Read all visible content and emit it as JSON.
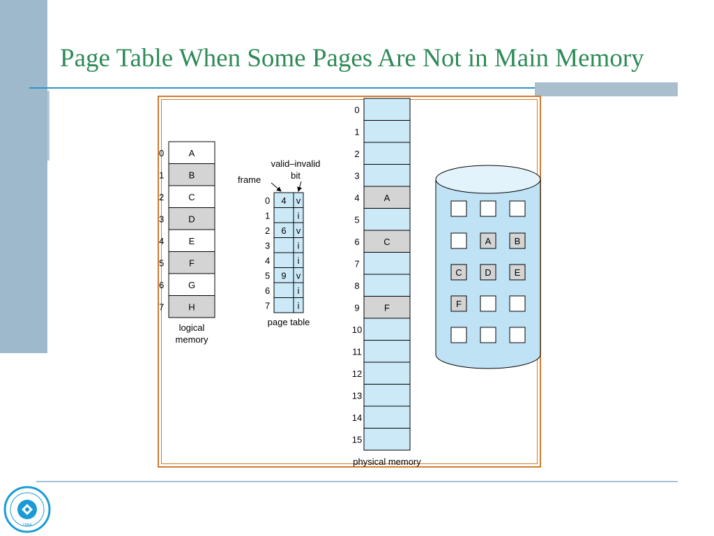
{
  "slide": {
    "title": "Page Table When Some Pages Are Not in Main Memory"
  },
  "logical_memory": {
    "caption": [
      "logical",
      "memory"
    ],
    "rows": [
      {
        "index": "0",
        "label": "A",
        "shaded": false
      },
      {
        "index": "1",
        "label": "B",
        "shaded": true
      },
      {
        "index": "2",
        "label": "C",
        "shaded": false
      },
      {
        "index": "3",
        "label": "D",
        "shaded": true
      },
      {
        "index": "4",
        "label": "E",
        "shaded": false
      },
      {
        "index": "5",
        "label": "F",
        "shaded": true
      },
      {
        "index": "6",
        "label": "G",
        "shaded": false
      },
      {
        "index": "7",
        "label": "H",
        "shaded": true
      }
    ]
  },
  "page_table": {
    "caption": "page table",
    "frame_label": "frame",
    "valid_label": [
      "valid–invalid",
      "bit"
    ],
    "rows": [
      {
        "index": "0",
        "frame": "4",
        "bit": "v"
      },
      {
        "index": "1",
        "frame": "",
        "bit": "i"
      },
      {
        "index": "2",
        "frame": "6",
        "bit": "v"
      },
      {
        "index": "3",
        "frame": "",
        "bit": "i"
      },
      {
        "index": "4",
        "frame": "",
        "bit": "i"
      },
      {
        "index": "5",
        "frame": "9",
        "bit": "v"
      },
      {
        "index": "6",
        "frame": "",
        "bit": "i"
      },
      {
        "index": "7",
        "frame": "",
        "bit": "i"
      }
    ]
  },
  "physical_memory": {
    "caption": "physical memory",
    "frames": [
      {
        "index": "0",
        "label": ""
      },
      {
        "index": "1",
        "label": ""
      },
      {
        "index": "2",
        "label": ""
      },
      {
        "index": "3",
        "label": ""
      },
      {
        "index": "4",
        "label": "A"
      },
      {
        "index": "5",
        "label": ""
      },
      {
        "index": "6",
        "label": "C"
      },
      {
        "index": "7",
        "label": ""
      },
      {
        "index": "8",
        "label": ""
      },
      {
        "index": "9",
        "label": "F"
      },
      {
        "index": "10",
        "label": ""
      },
      {
        "index": "11",
        "label": ""
      },
      {
        "index": "12",
        "label": ""
      },
      {
        "index": "13",
        "label": ""
      },
      {
        "index": "14",
        "label": ""
      },
      {
        "index": "15",
        "label": ""
      }
    ]
  },
  "disk": {
    "grid": [
      [
        "",
        "",
        ""
      ],
      [
        "",
        "A",
        "B"
      ],
      [
        "C",
        "D",
        "E"
      ],
      [
        "F",
        "",
        ""
      ],
      [
        "",
        "",
        ""
      ]
    ]
  },
  "colors": {
    "title": "#2e8b57",
    "page_fill": "#cce9f8",
    "shaded_fill": "#d4d4d4",
    "frame_border": "#cf7a2c",
    "left_band": "#9fb9cc",
    "rule": "#2c96c6",
    "cylinder_fill": "#bfe2f5"
  },
  "logo": {
    "text": "1984"
  }
}
